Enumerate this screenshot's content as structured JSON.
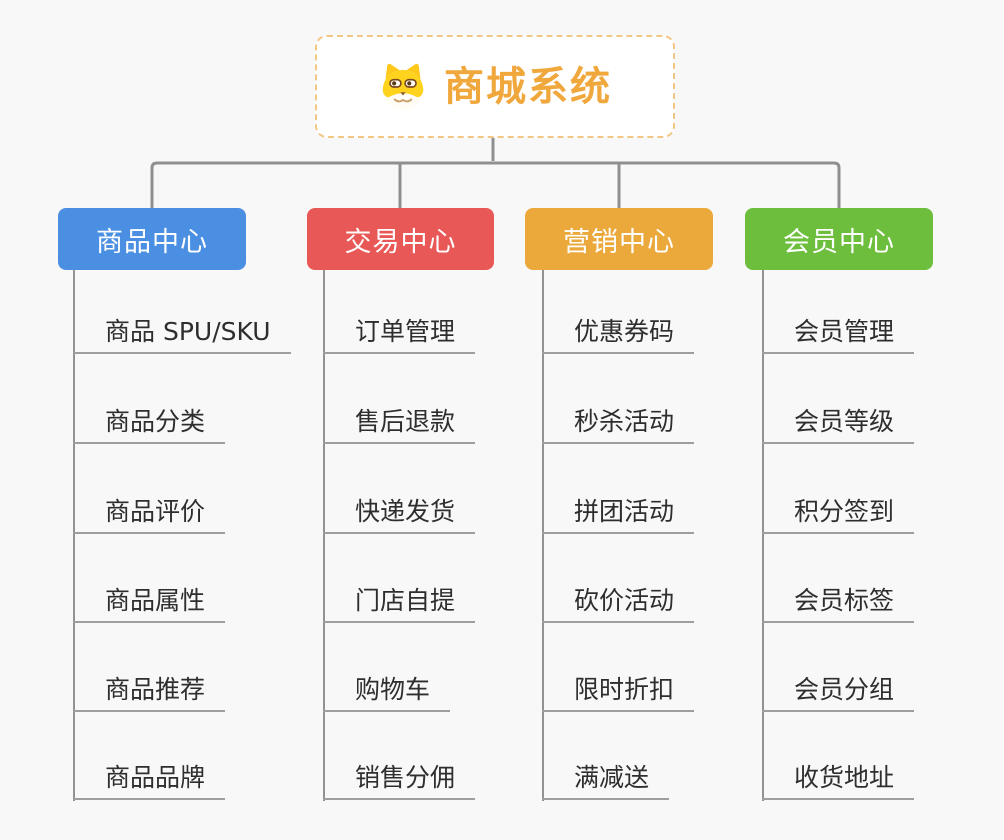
{
  "root": {
    "title": "商城系统",
    "icon": "dog-face-icon"
  },
  "branches": [
    {
      "label": "商品中心",
      "color": "#4A8FE2",
      "children": [
        "商品 SPU/SKU",
        "商品分类",
        "商品评价",
        "商品属性",
        "商品推荐",
        "商品品牌"
      ]
    },
    {
      "label": "交易中心",
      "color": "#E85856",
      "children": [
        "订单管理",
        "售后退款",
        "快递发货",
        "门店自提",
        "购物车",
        "销售分佣"
      ]
    },
    {
      "label": "营销中心",
      "color": "#EBA93C",
      "children": [
        "优惠券码",
        "秒杀活动",
        "拼团活动",
        "砍价活动",
        "限时折扣",
        "满减送"
      ]
    },
    {
      "label": "会员中心",
      "color": "#6CBE3C",
      "children": [
        "会员管理",
        "会员等级",
        "积分签到",
        "会员标签",
        "会员分组",
        "收货地址"
      ]
    }
  ],
  "colors": {
    "background": "#F8F8F8",
    "root_text": "#F0A73C",
    "root_border": "#F2C685",
    "connector": "#8F8F8F",
    "leaf_text": "#2E2E2E",
    "leaf_underline": "#9E9E9E"
  }
}
